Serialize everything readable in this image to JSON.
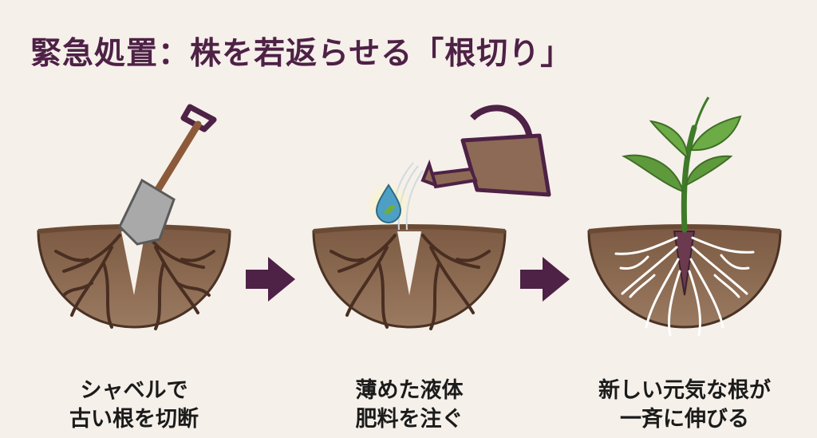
{
  "title": "緊急処置：株を若返らせる「根切り」",
  "steps": [
    {
      "line1": "シャベルで",
      "line2": "古い根を切断"
    },
    {
      "line1": "薄めた液体",
      "line2": "肥料を注ぐ"
    },
    {
      "line1": "新しい元気な根が",
      "line2": "一斉に伸びる"
    }
  ],
  "colors": {
    "title": "#4e2146",
    "arrow": "#4e2146",
    "soil": "#8a6a52",
    "soil_dark": "#5a3e2e",
    "old_root": "#4a2e22",
    "new_root": "#ffffff",
    "leaf": "#5e9a3c"
  }
}
